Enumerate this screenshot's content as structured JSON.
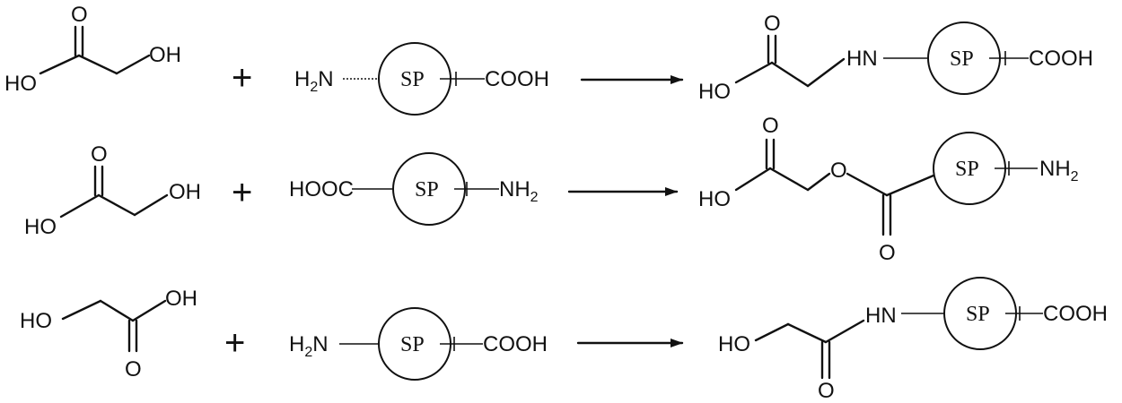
{
  "labels": {
    "ho": "HO",
    "oh": "OH",
    "o": "O",
    "cooh": "COOH",
    "hooc": "HOOC",
    "nh": "NH",
    "n": "N",
    "h": "H",
    "hn": "HN",
    "sub2": "2",
    "sp": "SP",
    "plus": "+"
  }
}
